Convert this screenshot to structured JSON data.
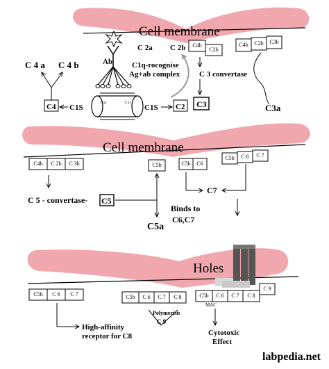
{
  "panel1": {
    "membrane_label": "Cell membrane",
    "c2a": "C 2a",
    "c2b": "C 2b",
    "c4b": "C4b",
    "c2b_box": "C2b",
    "c4b_2": "C4b",
    "c2b_2": "C2b",
    "c3b": "C3b",
    "ab": "Ab",
    "c1q_recognise": "C1q-rocognise",
    "ag_ab_complex": "Ag+ab complex",
    "c4a": "C 4 a",
    "c4b_free": "C 4 b",
    "c4": "C4",
    "c1s_left": "C1S",
    "c1r_left": "C1r",
    "c1r_right": "C1r",
    "c1s_right": "C1S",
    "c2": "C2",
    "c3": "C3",
    "c3_convertase": "C 3 convertase",
    "c3a": "C3a"
  },
  "panel2": {
    "membrane_label": "Cell membrane",
    "c4b": "C4b",
    "c2b": "C 2b",
    "c3b": "C 3b",
    "c5b": "C5b",
    "c5b_2": "C5b",
    "c6": "C6",
    "c5b_3": "C5b",
    "c6_2": "C 6",
    "c7": "C 7",
    "c5_convertase": "C 5 - convertase-",
    "c5": "C5",
    "c7_free": "C7",
    "binds_to_1": "Binds to",
    "binds_to_2": "C6,C7",
    "c5a": "C5a"
  },
  "panel3": {
    "holes_label": "Holes",
    "left_boxes": [
      "C5b",
      "C 6",
      "C 7"
    ],
    "mid_boxes": [
      "C5b",
      "C 6",
      "C 7",
      "C 8"
    ],
    "right_boxes": [
      "C5b",
      "C 6",
      "C 7",
      "C 8"
    ],
    "c9": "C 9",
    "polymerisis": "Polymerisis",
    "c9_poly": "C 9",
    "mac": "MAC",
    "high_affinity_1": "High-affinity",
    "high_affinity_2": "receptor for C8",
    "cytotoxic_1": "Cytotoxic",
    "cytotoxic_2": "Effect"
  },
  "footer": {
    "site": "labpedia.net"
  },
  "colors": {
    "membrane_pink": "#f0a7ad",
    "pore_gray": "#555555",
    "pore_light": "#c9c9c9"
  }
}
